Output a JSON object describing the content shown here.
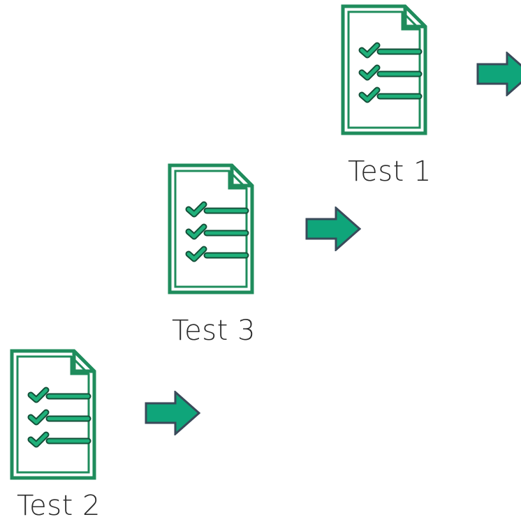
{
  "diagram": {
    "colors": {
      "document_border": "#1f8c5c",
      "document_fill": "#ffffff",
      "checklist": "#1f8c5c",
      "arrow_fill": "#0fa57a",
      "arrow_stroke": "#3a4a5a",
      "label_text": "#2b2b2b"
    },
    "items": [
      {
        "label": "Test 1",
        "icon": "checklist-document-icon",
        "arrow": "right-arrow-icon"
      },
      {
        "label": "Test 3",
        "icon": "checklist-document-icon",
        "arrow": "right-arrow-icon"
      },
      {
        "label": "Test 2",
        "icon": "checklist-document-icon",
        "arrow": "right-arrow-icon"
      }
    ]
  }
}
